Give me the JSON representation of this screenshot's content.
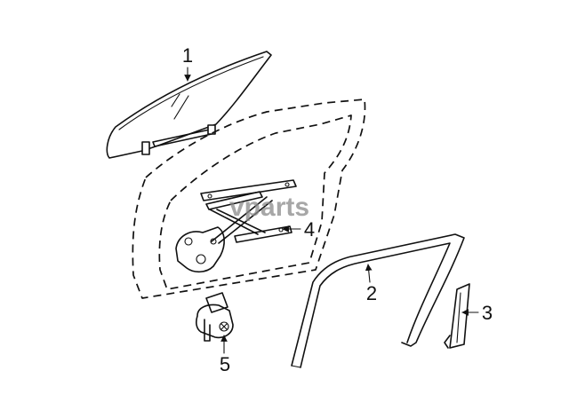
{
  "diagram": {
    "watermark": "vparts",
    "callouts": [
      {
        "id": "glass",
        "label": "1"
      },
      {
        "id": "run-channel",
        "label": "2"
      },
      {
        "id": "guide",
        "label": "3"
      },
      {
        "id": "regulator-bracket",
        "label": "4"
      },
      {
        "id": "motor",
        "label": "5"
      }
    ],
    "colors": {
      "line": "#111111",
      "background": "#ffffff",
      "watermark": "#8a8a8a"
    }
  }
}
